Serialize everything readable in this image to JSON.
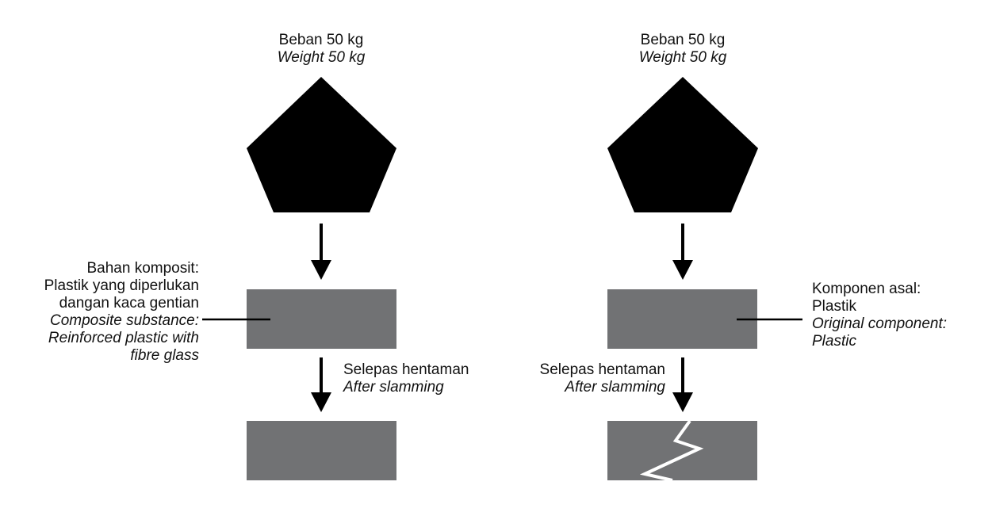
{
  "left_panel": {
    "weight_label": "Beban 50 kg",
    "weight_label_en": "Weight 50 kg",
    "material_lines": [
      "Bahan komposit:",
      "Plastik yang diperlukan",
      "dangan kaca gentian"
    ],
    "material_lines_en": [
      "Composite substance:",
      "Reinforced plastic with",
      "fibre glass"
    ],
    "after_label": "Selepas hentaman",
    "after_label_en": "After slamming"
  },
  "right_panel": {
    "weight_label": "Beban 50 kg",
    "weight_label_en": "Weight 50 kg",
    "material_lines": [
      "Komponen asal:",
      "Plastik"
    ],
    "material_lines_en": [
      "Original component:",
      "Plastic"
    ],
    "after_label": "Selepas hentaman",
    "after_label_en": "After slamming"
  },
  "colors": {
    "weight_fill": "#000000",
    "block_fill": "#717274",
    "arrow": "#000000",
    "crack": "#ffffff"
  }
}
